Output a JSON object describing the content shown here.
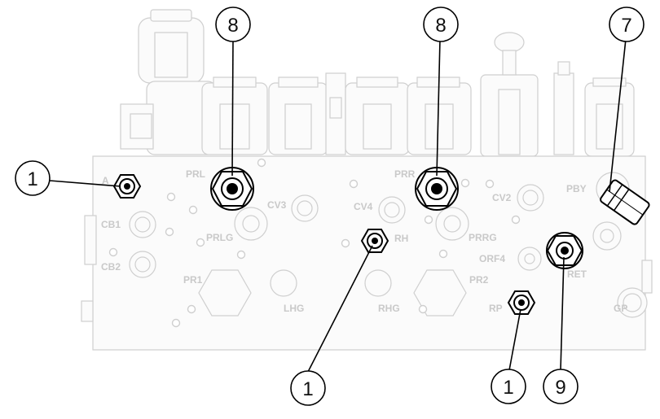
{
  "title": "",
  "callouts": [
    {
      "id": "c1a",
      "label": "1"
    },
    {
      "id": "c8a",
      "label": "8"
    },
    {
      "id": "c8b",
      "label": "8"
    },
    {
      "id": "c7",
      "label": "7"
    },
    {
      "id": "c1b",
      "label": "1"
    },
    {
      "id": "c1c",
      "label": "1"
    },
    {
      "id": "c9",
      "label": "9"
    }
  ],
  "port_labels": {
    "A": "A",
    "PRL": "PRL",
    "PRR": "PRR",
    "PBY": "PBY",
    "CB1": "CB1",
    "CB2": "CB2",
    "CV3": "CV3",
    "CV4": "CV4",
    "CV2": "CV2",
    "PRLG": "PRLG",
    "RH": "RH",
    "PRRG": "PRRG",
    "ORF4": "ORF4",
    "RET": "RET",
    "PR1": "PR1",
    "LHG": "LHG",
    "RHG": "RHG",
    "PR2": "PR2",
    "RP": "RP",
    "GP": "GP"
  },
  "colors": {
    "outline": "#cfcfcf",
    "highlight": "#000000",
    "background": "#ffffff"
  }
}
